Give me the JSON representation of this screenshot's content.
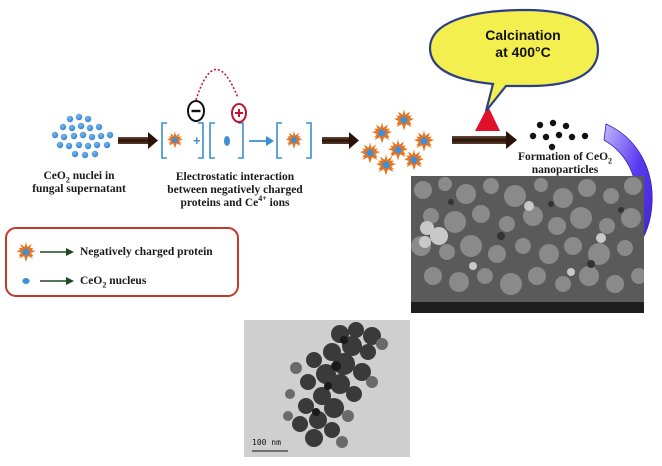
{
  "bubble": {
    "line1": "Calcination",
    "line2": "at 400°C"
  },
  "labels": {
    "nuclei_line1": "CeO",
    "nuclei_sub": "2",
    "nuclei_rest": " nuclei in",
    "nuclei_line2": "fungal supernatant",
    "electro_line1": "Electrostatic interaction",
    "electro_line2": "between negatively charged",
    "electro_line3_a": "proteins and Ce",
    "electro_line3_sup": "4+",
    "electro_line3_b": " ions",
    "formation_line1_a": "Formation of CeO",
    "formation_line1_sub": "2",
    "formation_line2": "nanoparticles"
  },
  "charges": {
    "negative": "−",
    "positive": "+"
  },
  "legend": {
    "protein": "Negatively charged protein",
    "nucleus_a": "CeO",
    "nucleus_sub": "2",
    "nucleus_b": " nucleus"
  },
  "tem": {
    "scale_label": "100 nm"
  },
  "colors": {
    "nucleus_blue": "#3d8fd6",
    "protein_orange": "#e8741f",
    "arrow_dark": "#2b1a12",
    "arrow_red": "#c8102e",
    "bubble_yellow": "#f3ef4e",
    "bubble_border": "#2c3e86",
    "curve_arrow": "#4b2fd0",
    "legend_border": "#c0392b",
    "legend_arrow": "#1d4a1d"
  }
}
